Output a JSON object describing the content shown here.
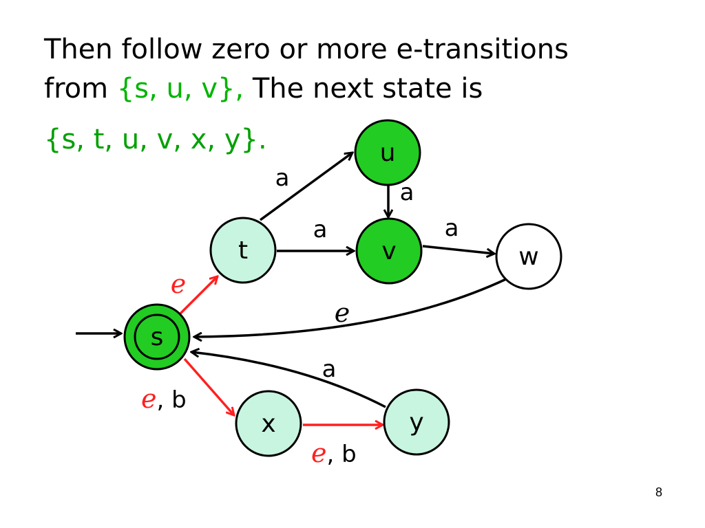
{
  "slide": {
    "line1": "Then follow zero or more e-transitions",
    "line2_prefix": "from ",
    "line2_set": "{s, u, v},",
    "line2_suffix": " The next state is",
    "result_set": "{s, t, u, v, x, y}.",
    "page_number": "8"
  },
  "diagram": {
    "states": {
      "s": "s",
      "t": "t",
      "u": "u",
      "v": "v",
      "w": "w",
      "x": "x",
      "y": "y"
    },
    "edges": {
      "t_u": "a",
      "u_v": "a",
      "t_v": "a",
      "v_w": "a",
      "w_s": "e",
      "s_t": "e",
      "y_s": "a",
      "s_x_eps": "e",
      "s_x_sep": ",",
      "s_x_b": " b",
      "x_y_eps": "e",
      "x_y_sep": ",",
      "x_y_b": " b"
    }
  },
  "colors": {
    "active_fill": "#22cc22",
    "inactive_fill": "#c8f5e0",
    "epsilon_edge": "#ff2020",
    "green_text": "#00b400"
  }
}
